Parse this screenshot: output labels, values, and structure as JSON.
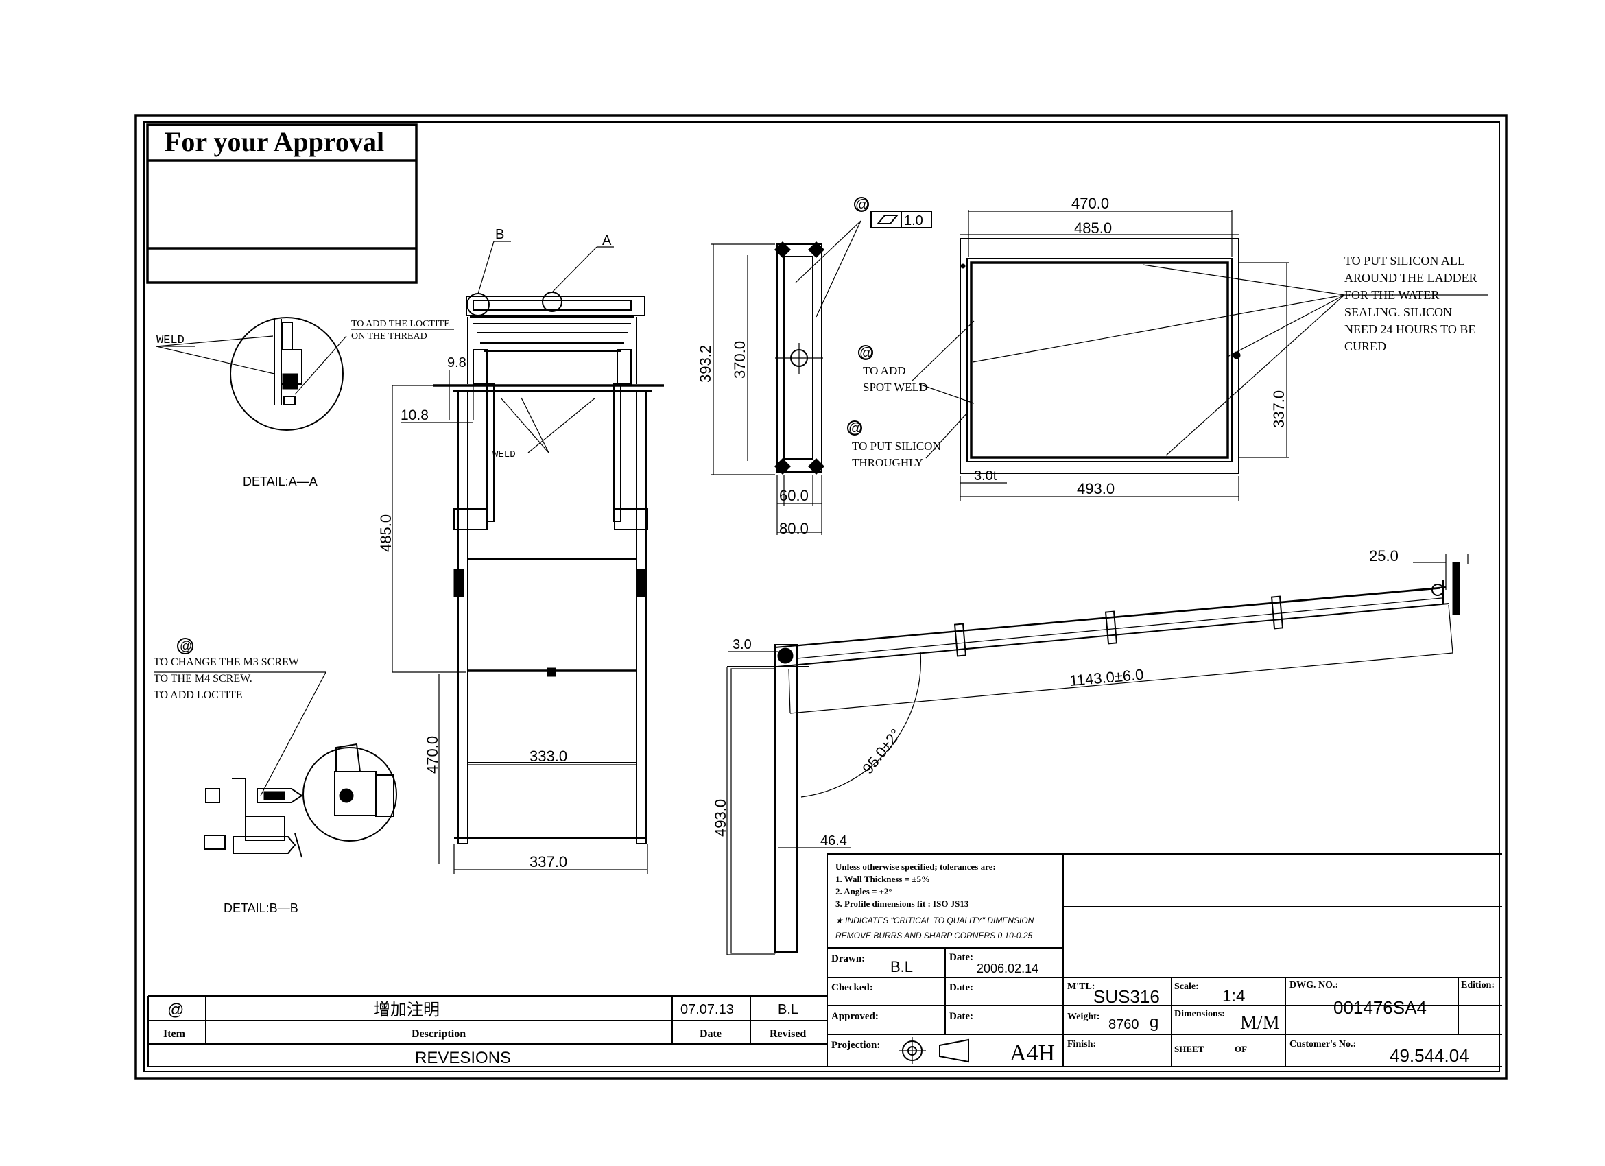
{
  "approval": {
    "title": "For your Approval"
  },
  "detail_a": {
    "callout_b": "B",
    "callout_a": "A",
    "weld": "WELD",
    "loctite_line1": "TO ADD THE LOCTITE",
    "loctite_line2": "ON THE THREAD",
    "label": "DETAIL:A—A"
  },
  "front_view": {
    "dim_9_8": "9.8",
    "dim_10_8": "10.8",
    "weld": "WELD",
    "dim_485": "485.0",
    "dim_470": "470.0",
    "dim_333": "333.0",
    "dim_337": "337.0"
  },
  "detail_b": {
    "marker": "@",
    "note_line1": "TO CHANGE THE M3  SCREW",
    "note_line2": "TO THE M4 SCREW.",
    "note_line3": "TO ADD LOCTITE",
    "label": "DETAIL:B—B"
  },
  "side_view": {
    "marker": "@",
    "flatness": "1.0",
    "dim_393_2": "393.2",
    "dim_370": "370.0",
    "dim_60": "60.0",
    "dim_80": "80.0"
  },
  "top_view": {
    "dim_470": "470.0",
    "dim_485": "485.0",
    "dim_337": "337.0",
    "dim_3t": "3.0t",
    "dim_493": "493.0",
    "marker1": "@",
    "spot_weld_line1": "TO ADD",
    "spot_weld_line2": "SPOT WELD",
    "marker2": "@",
    "silicon_line1": "TO PUT SILICON",
    "silicon_line2": "THROUGHLY",
    "seal_line1": "TO PUT SILICON ALL",
    "seal_line2": "AROUND THE LADDER",
    "seal_line3": "FOR THE WATER",
    "seal_line4": "SEALING. SILICON",
    "seal_line5": "NEED 24 HOURS TO BE",
    "seal_line6": "CURED"
  },
  "ladder_view": {
    "dim_25": "25.0",
    "dim_3": "3.0",
    "dim_1143": "1143.0±6.0",
    "dim_angle": "95.0±2°",
    "dim_493": "493.0",
    "dim_46_4": "46.4"
  },
  "notes": {
    "line1": "Unless otherwise specified;  tolerances are:",
    "line2": "1. Wall Thickness  =  ±5%",
    "line3": "2. Angles    =  ±2°",
    "line4": "3. Profile  dimensions  fit  :  ISO  JS13",
    "line5": "★  INDICATES \"CRITICAL TO QUALITY\" DIMENSION",
    "line6": "REMOVE BURRS AND SHARP CORNERS 0.10-0.25"
  },
  "title_block": {
    "drawn_label": "Drawn:",
    "drawn_value": "B.L",
    "date_label": "Date:",
    "date_value": "2006.02.14",
    "checked_label": "Checked:",
    "checked_date_label": "Date:",
    "approved_label": "Approved:",
    "approved_date_label": "Date:",
    "projection_label": "Projection:",
    "paper_size": "A4H",
    "mtl_label": "M'TL:",
    "mtl_value": "SUS316",
    "weight_label": "Weight:",
    "weight_value": "8760",
    "weight_unit": "g",
    "finish_label": "Finish:",
    "scale_label": "Scale:",
    "scale_value": "1:4",
    "dimensions_label": "Dimensions:",
    "dimensions_value": "M/M",
    "sheet_label": "SHEET",
    "of_label": "OF",
    "dwg_label": "DWG. NO.:",
    "dwg_value": "001476SA4",
    "edition_label": "Edition:",
    "customer_label": "Customer's  No.:",
    "customer_value": "49.544.04"
  },
  "revisions": {
    "item": "@",
    "description": "增加注明",
    "date": "07.07.13",
    "revised": "B.L",
    "header_item": "Item",
    "header_description": "Description",
    "header_date": "Date",
    "header_revised": "Revised",
    "title": "REVESIONS"
  }
}
